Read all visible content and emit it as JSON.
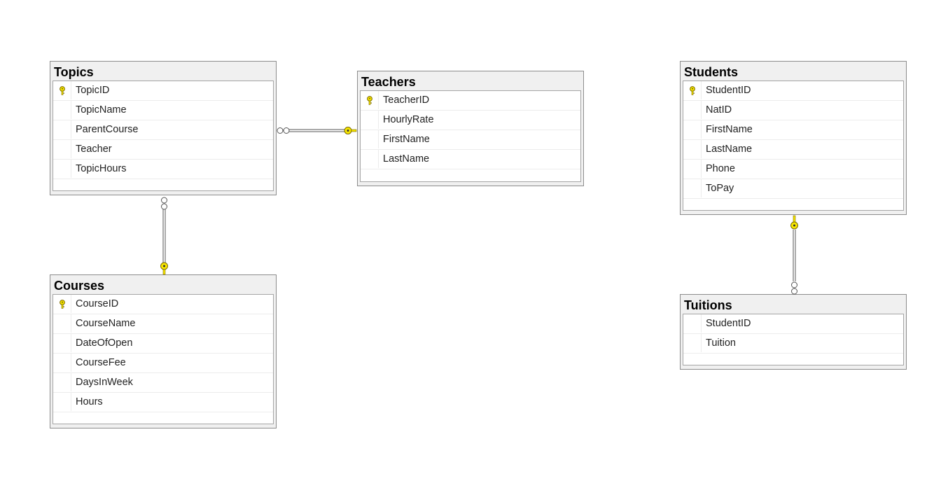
{
  "tables": {
    "topics": {
      "title": "Topics",
      "columns": [
        {
          "name": "TopicID",
          "pk": true
        },
        {
          "name": "TopicName"
        },
        {
          "name": "ParentCourse"
        },
        {
          "name": "Teacher"
        },
        {
          "name": "TopicHours"
        }
      ]
    },
    "teachers": {
      "title": "Teachers",
      "columns": [
        {
          "name": "TeacherID",
          "pk": true
        },
        {
          "name": "HourlyRate"
        },
        {
          "name": "FirstName"
        },
        {
          "name": "LastName"
        }
      ]
    },
    "students": {
      "title": "Students",
      "columns": [
        {
          "name": "StudentID",
          "pk": true
        },
        {
          "name": "NatID"
        },
        {
          "name": "FirstName"
        },
        {
          "name": "LastName"
        },
        {
          "name": "Phone"
        },
        {
          "name": "ToPay"
        }
      ]
    },
    "courses": {
      "title": "Courses",
      "columns": [
        {
          "name": "CourseID",
          "pk": true
        },
        {
          "name": "CourseName"
        },
        {
          "name": "DateOfOpen"
        },
        {
          "name": "CourseFee"
        },
        {
          "name": "DaysInWeek"
        },
        {
          "name": "Hours"
        }
      ]
    },
    "tuitions": {
      "title": "Tuitions",
      "columns": [
        {
          "name": "StudentID"
        },
        {
          "name": "Tuition"
        }
      ]
    }
  },
  "relationships": [
    {
      "from": "topics",
      "to": "teachers",
      "many_end": "topics",
      "one_end": "teachers"
    },
    {
      "from": "topics",
      "to": "courses",
      "many_end": "topics",
      "one_end": "courses"
    },
    {
      "from": "tuitions",
      "to": "students",
      "many_end": "tuitions",
      "one_end": "students"
    }
  ],
  "colors": {
    "key": "#f7e600",
    "key_outline": "#7a6a00",
    "line": "#555555",
    "table_border": "#8c8c8c"
  }
}
